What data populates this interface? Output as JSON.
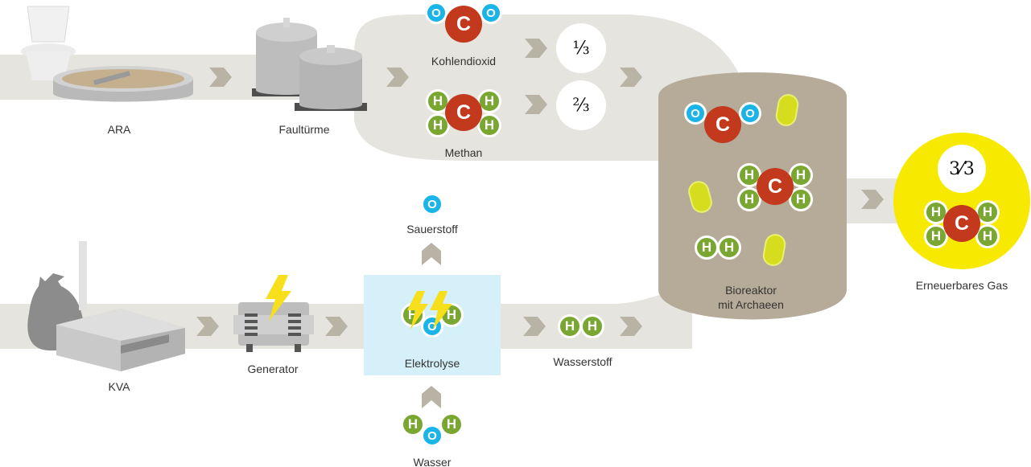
{
  "labels": {
    "ara": "ARA",
    "faultuerme": "Faultürme",
    "kohlendioxid": "Kohlendioxid",
    "methan": "Methan",
    "sauerstoff": "Sauerstoff",
    "kva": "KVA",
    "generator": "Generator",
    "elektrolyse": "Elektrolyse",
    "wasserstoff": "Wasserstoff",
    "wasser": "Wasser",
    "bioreaktor_line1": "Bioreaktor",
    "bioreaktor_line2": "mit Archaeen",
    "erneuerbares_gas": "Erneuerbares Gas"
  },
  "fractions": {
    "co2_share": "⅓",
    "methane_share": "⅔",
    "total": "3⁄3"
  },
  "elements": {
    "carbon": "C",
    "oxygen": "O",
    "hydrogen": "H"
  },
  "colors": {
    "flow": "#e5e4de",
    "chevron": "#b9b3a6",
    "reactor": "#b6ab98",
    "oxygen": "#1ab4e8",
    "carbon": "#c2391d",
    "hydrogen": "#7aa632",
    "archaea": "#d6dd1e",
    "output": "#f7ea00",
    "electrolysis_box": "#d5f0f8",
    "lightning": "#f7e01b"
  },
  "icons": [
    "toilet-icon",
    "treatment-tank-icon",
    "digester-towers-icon",
    "garbage-bag-icon",
    "incinerator-plant-icon",
    "generator-icon",
    "lightning-icon",
    "arrow-chevron-icon",
    "arrow-up-icon"
  ]
}
